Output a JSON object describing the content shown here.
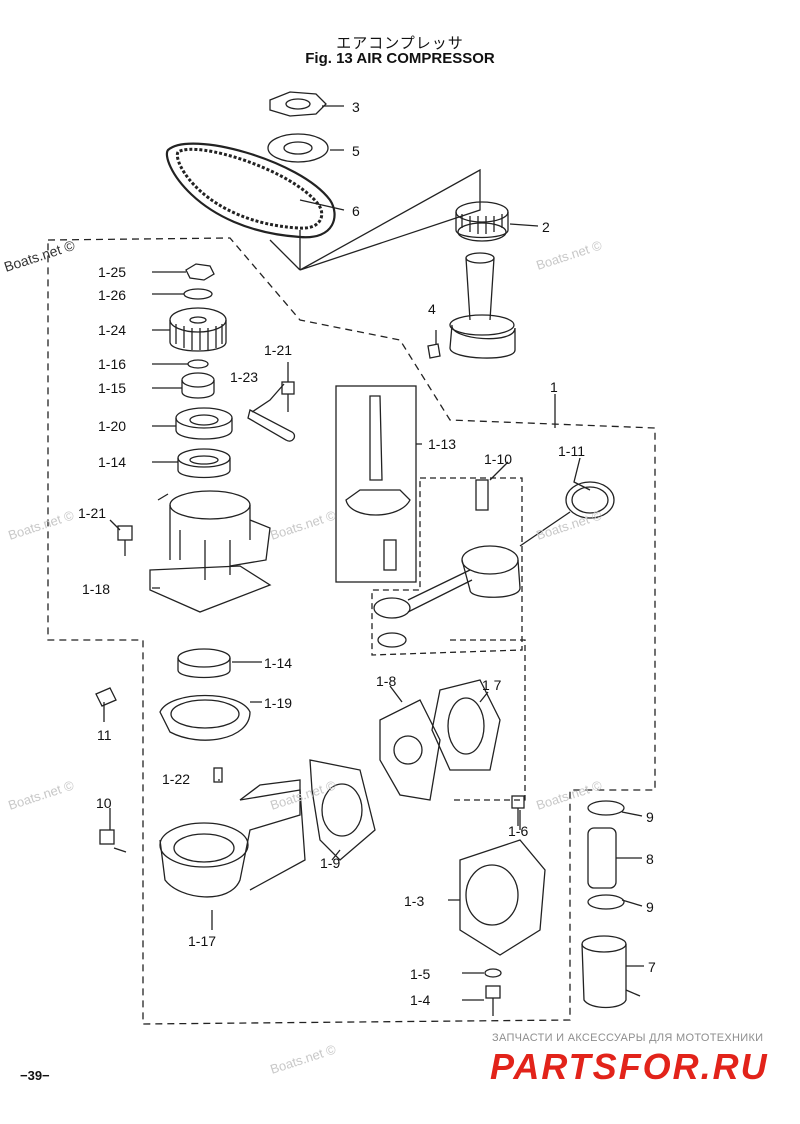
{
  "header": {
    "title_jp": "エアコンプレッサ",
    "title_en": "Fig. 13   AIR COMPRESSOR"
  },
  "page_number": "−39−",
  "watermark": {
    "main": "Boats.net ©",
    "faint": "Boats.net ©"
  },
  "ad": {
    "tagline": "ЗАПЧАСТИ И АКСЕССУАРЫ ДЛЯ МОТОТЕХНИКИ",
    "brand": "PARTSFOR.RU",
    "brand_color": "#e2231a"
  },
  "callouts": [
    {
      "id": "c3",
      "text": "3"
    },
    {
      "id": "c5",
      "text": "5"
    },
    {
      "id": "c6",
      "text": "6"
    },
    {
      "id": "c2",
      "text": "2"
    },
    {
      "id": "c4",
      "text": "4"
    },
    {
      "id": "c1",
      "text": "1"
    },
    {
      "id": "c1-25",
      "text": "1-25"
    },
    {
      "id": "c1-26",
      "text": "1-26"
    },
    {
      "id": "c1-24",
      "text": "1-24"
    },
    {
      "id": "c1-16",
      "text": "1-16"
    },
    {
      "id": "c1-15",
      "text": "1-15"
    },
    {
      "id": "c1-21a",
      "text": "1-21"
    },
    {
      "id": "c1-23",
      "text": "1-23"
    },
    {
      "id": "c1-20",
      "text": "1-20"
    },
    {
      "id": "c1-14a",
      "text": "1-14"
    },
    {
      "id": "c1-13",
      "text": "1-13"
    },
    {
      "id": "c1-10",
      "text": "1-10"
    },
    {
      "id": "c1-11",
      "text": "1-11"
    },
    {
      "id": "c1-21b",
      "text": "1-21"
    },
    {
      "id": "c1-18",
      "text": "1-18"
    },
    {
      "id": "c1-14b",
      "text": "1-14"
    },
    {
      "id": "c1-19",
      "text": "1-19"
    },
    {
      "id": "c11",
      "text": "11"
    },
    {
      "id": "c1-8",
      "text": "1-8"
    },
    {
      "id": "c1-7",
      "text": "1 7"
    },
    {
      "id": "c1-22",
      "text": "1-22"
    },
    {
      "id": "c10",
      "text": "10"
    },
    {
      "id": "c1-6",
      "text": "1-6"
    },
    {
      "id": "c9a",
      "text": "9"
    },
    {
      "id": "c8",
      "text": "8"
    },
    {
      "id": "c1-9",
      "text": "1-9"
    },
    {
      "id": "c1-3",
      "text": "1-3"
    },
    {
      "id": "c9b",
      "text": "9"
    },
    {
      "id": "c1-17",
      "text": "1-17"
    },
    {
      "id": "c7",
      "text": "7"
    },
    {
      "id": "c1-5",
      "text": "1-5"
    },
    {
      "id": "c1-4",
      "text": "1-4"
    }
  ]
}
